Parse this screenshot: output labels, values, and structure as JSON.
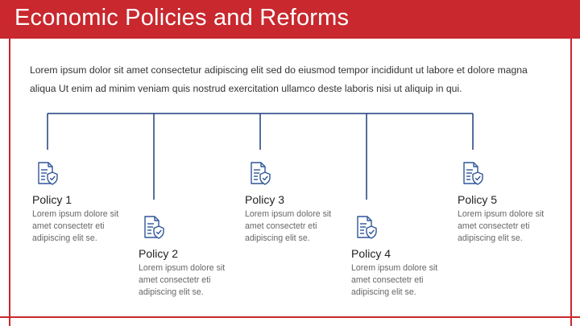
{
  "header": {
    "title": "Economic Policies and Reforms"
  },
  "intro": {
    "text": "Lorem ipsum dolor sit amet consectetur adipiscing elit sed do eiusmod tempor incididunt ut labore et dolore magna aliqua Ut enim ad minim veniam quis nostrud exercitation ullamco deste laboris nisi ut aliquip in qui."
  },
  "colors": {
    "header_bg": "#c8282e",
    "connector_line": "#1e3f7a",
    "icon": "#2f5597"
  },
  "policies": [
    {
      "title": "Policy 1",
      "desc": "Lorem ipsum dolore sit amet consectetr eti adipiscing elit se.",
      "icon": "document-shield-icon"
    },
    {
      "title": "Policy 2",
      "desc": "Lorem ipsum dolore sit amet consectetr eti adipiscing elit se.",
      "icon": "document-shield-icon"
    },
    {
      "title": "Policy 3",
      "desc": "Lorem ipsum dolore sit amet consectetr eti adipiscing elit se.",
      "icon": "document-shield-icon"
    },
    {
      "title": "Policy 4",
      "desc": "Lorem ipsum dolore sit amet consectetr eti adipiscing elit se.",
      "icon": "document-shield-icon"
    },
    {
      "title": "Policy 5",
      "desc": "Lorem ipsum dolore sit amet consectetr eti adipiscing elit se.",
      "icon": "document-shield-icon"
    }
  ]
}
